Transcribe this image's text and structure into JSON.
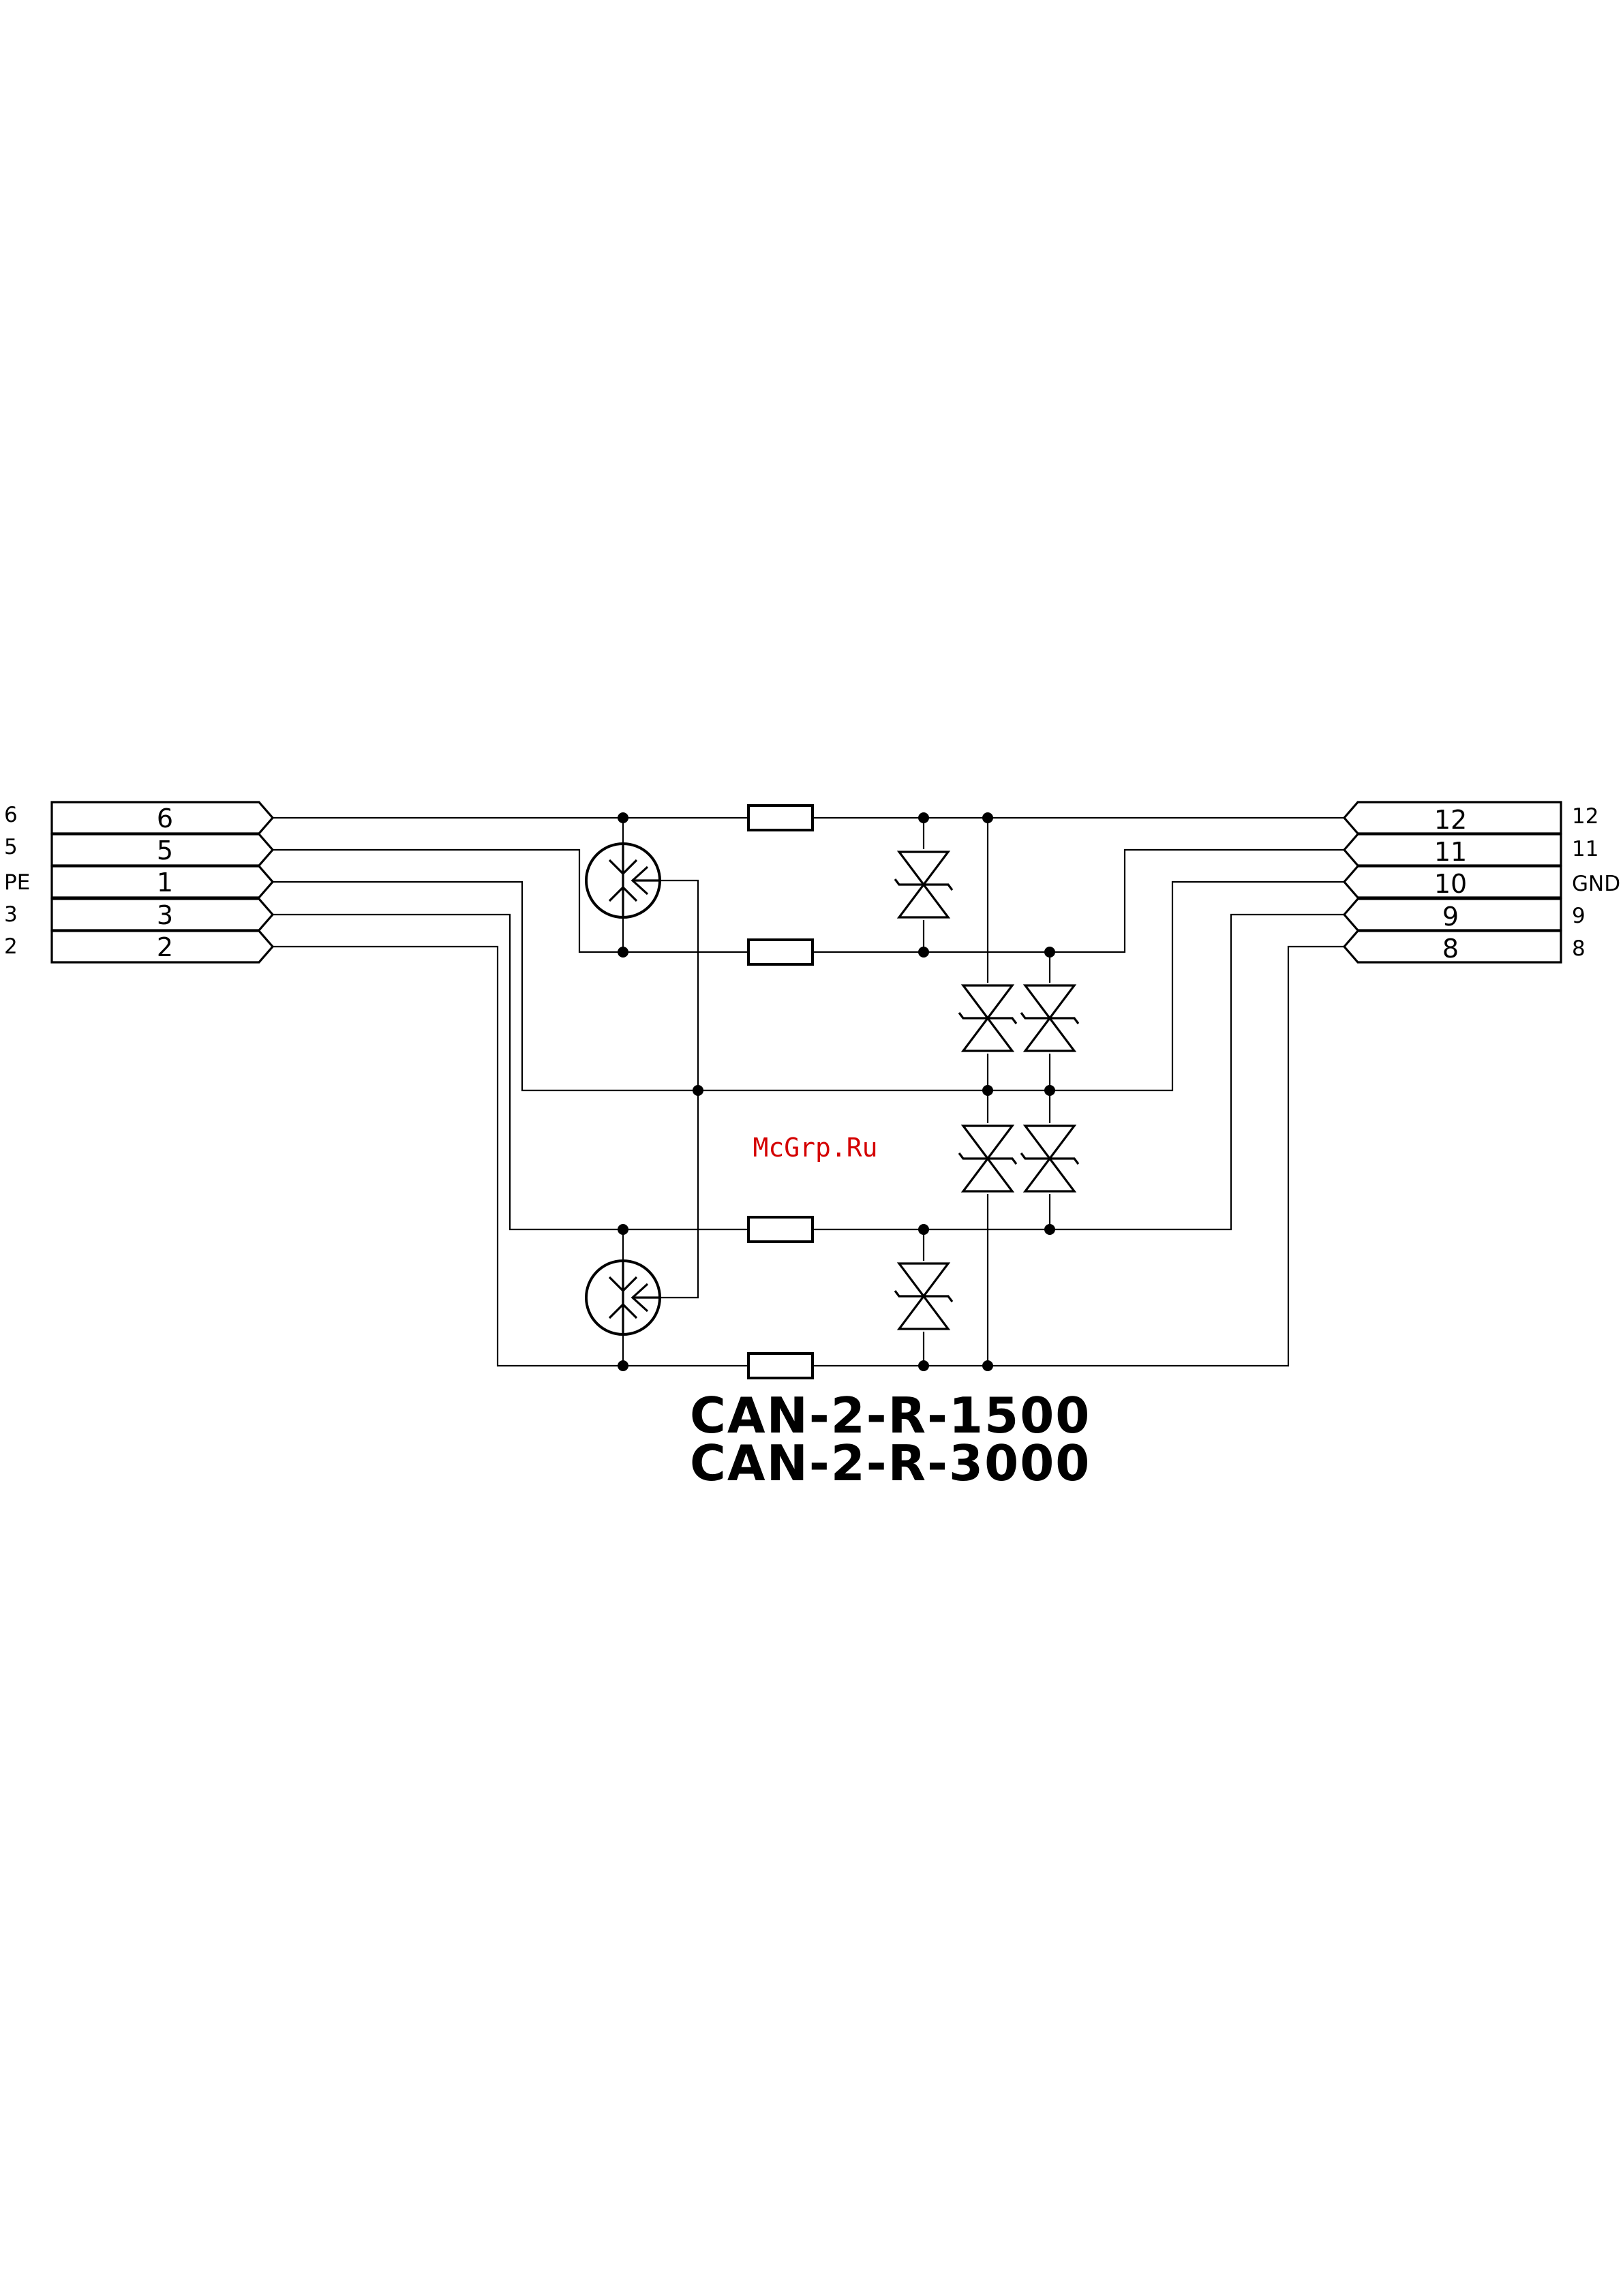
{
  "left_connector": {
    "outer_labels": [
      "6",
      "5",
      "PE",
      "3",
      "2"
    ],
    "inner_labels": [
      "6",
      "5",
      "1",
      "3",
      "2"
    ]
  },
  "right_connector": {
    "inner_labels": [
      "12",
      "11",
      "10",
      "9",
      "8"
    ],
    "outer_labels": [
      "12",
      "11",
      "GND",
      "9",
      "8"
    ]
  },
  "components": {
    "resistors": 4,
    "gas_discharge_arresters": 2,
    "tvs_diodes": 6
  },
  "watermark": "McGrp.Ru",
  "model_names": [
    "CAN-2-R-1500",
    "CAN-2-R-3000"
  ],
  "colors": {
    "line": "#000000",
    "watermark": "#d40000",
    "background": "#ffffff"
  }
}
